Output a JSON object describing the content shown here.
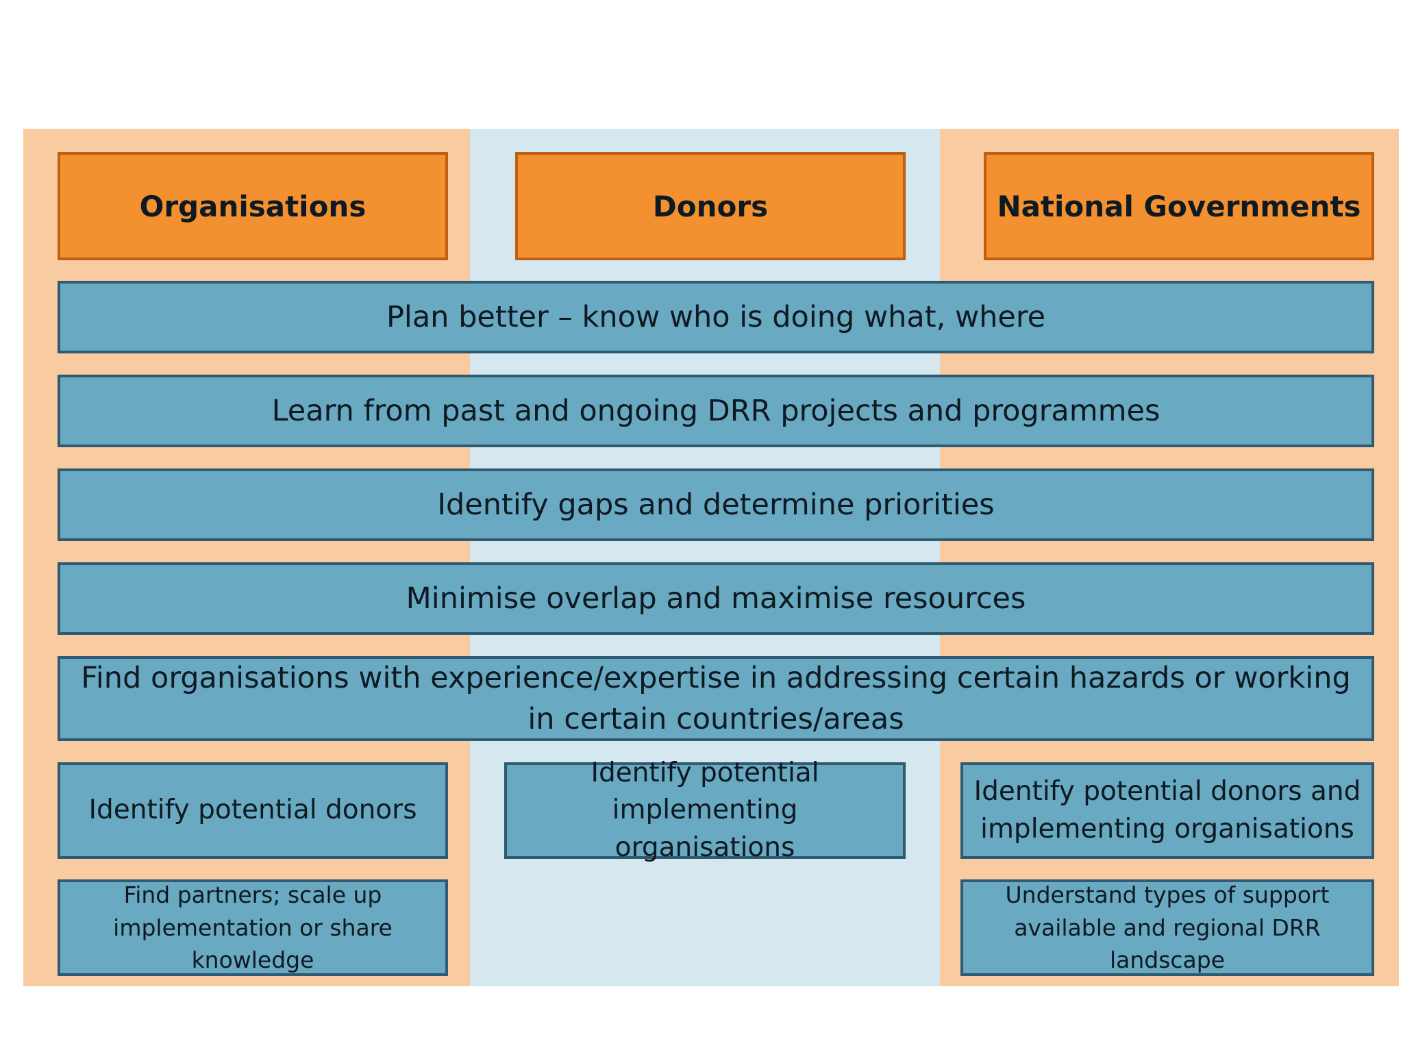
{
  "columns": {
    "organisations": "Organisations",
    "donors": "Donors",
    "national_governments": "National Governments"
  },
  "shared_benefits": [
    "Plan better – know who is doing what, where",
    "Learn from past and ongoing DRR projects and programmes",
    "Identify gaps and determine priorities",
    "Minimise overlap and maximise resources",
    "Find organisations with experience/expertise in addressing certain hazards or working in certain countries/areas"
  ],
  "organisations_benefits": [
    "Identify potential donors",
    "Find partners; scale up implementation or share knowledge"
  ],
  "donors_benefits": [
    "Identify potential implementing organisations"
  ],
  "governments_benefits": [
    "Identify potential donors and implementing organisations",
    "Understand types of support available and regional DRR landscape"
  ],
  "colors": {
    "column_orange_bg": "#f9cba0",
    "column_blue_bg": "#d5e7ef",
    "header_fill": "#f39131",
    "header_border": "#c05f12",
    "box_fill": "#6aa9c2",
    "box_border": "#2f5b72"
  }
}
